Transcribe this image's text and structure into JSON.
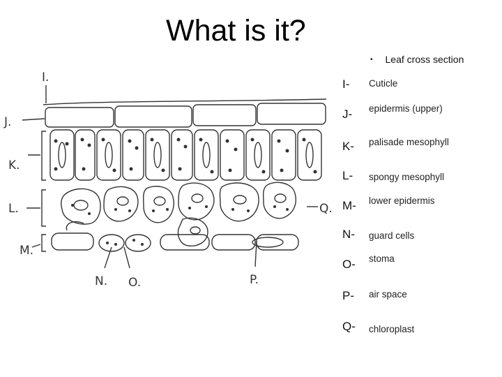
{
  "title": "What is it?",
  "subtitle": "Leaf cross section",
  "diagram": {
    "callouts": [
      "I.",
      "J.",
      "K.",
      "L.",
      "M.",
      "N.",
      "O.",
      "P.",
      "Q."
    ]
  },
  "labels": [
    {
      "letter": "I-",
      "term": "Cuticle"
    },
    {
      "letter": "J-",
      "term": "epidermis (upper)"
    },
    {
      "letter": "K-",
      "term": "palisade mesophyll"
    },
    {
      "letter": "L-",
      "term": "spongy mesophyll"
    },
    {
      "letter": "M-",
      "term": "lower epidermis"
    },
    {
      "letter": "N-",
      "term": "guard cells"
    },
    {
      "letter": "O-",
      "term": "stoma"
    },
    {
      "letter": "P-",
      "term": "air space"
    },
    {
      "letter": "Q-",
      "term": "chloroplast"
    }
  ]
}
